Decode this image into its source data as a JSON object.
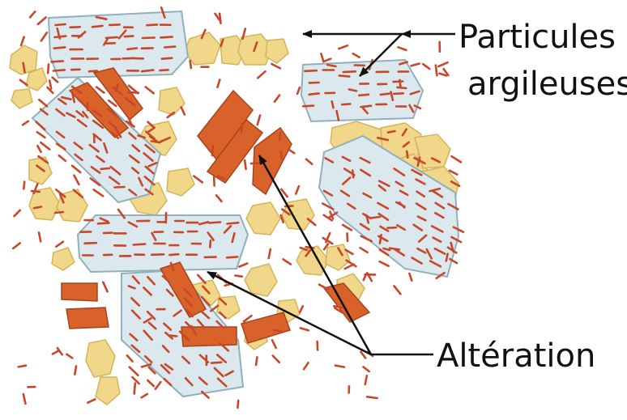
{
  "labels": {
    "particules_line1": "Particules",
    "particules_line2": "argileuses",
    "alteration": "Altération"
  },
  "colors": {
    "grain_fill": "#f0d78a",
    "grain_stroke": "#d4b45a",
    "crystal_fill": "#dbe9ee",
    "crystal_stroke": "#8fb0bc",
    "altered_fill": "#d9622a",
    "altered_stroke": "#a8441a",
    "clay_particle": "#c8472a",
    "arrow": "#111111"
  }
}
